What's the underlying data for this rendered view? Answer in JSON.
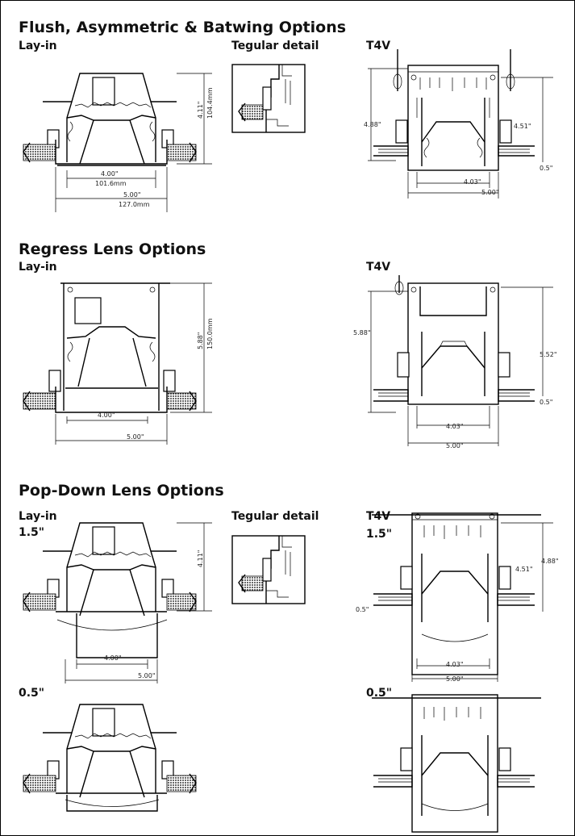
{
  "sections": {
    "flush": {
      "title": "Flush, Asymmetric & Batwing Options",
      "layin": "Lay-in",
      "tegular": "Tegular detail",
      "t4v": "T4V",
      "dims": {
        "layin_height_in": "4.11\"",
        "layin_height_mm": "104.4mm",
        "layin_inner_in": "4.00\"",
        "layin_inner_mm": "101.6mm",
        "layin_outer_in": "5.00\"",
        "layin_outer_mm": "127.0mm",
        "t4v_height": "4.88\"",
        "t4v_height2": "4.51\"",
        "t4v_flange": "0.5\"",
        "t4v_inner": "4.03\"",
        "t4v_outer": "5.00\""
      }
    },
    "regress": {
      "title": "Regress Lens Options",
      "layin": "Lay-in",
      "t4v": "T4V",
      "dims": {
        "layin_height_in": "5.88\"",
        "layin_height_mm": "150.0mm",
        "layin_inner": "4.00\"",
        "layin_outer": "5.00\"",
        "t4v_height": "5.88\"",
        "t4v_height2": "5.52\"",
        "t4v_flange": "0.5\"",
        "t4v_inner": "4.03\"",
        "t4v_outer": "5.00\""
      }
    },
    "popdown": {
      "title": "Pop-Down Lens Options",
      "layin": "Lay-in",
      "tegular": "Tegular detail",
      "t4v": "T4V",
      "size_a": "1.5\"",
      "size_b": "0.5\"",
      "size_a_t4v": "1.5\"",
      "size_b_t4v": "0.5\"",
      "dims": {
        "layin_height": "4.11\"",
        "layin_inner": "4.00\"",
        "layin_outer": "5.00\"",
        "t4v_height": "4.88\"",
        "t4v_height2": "4.51\"",
        "t4v_flange": "0.5\"",
        "t4v_inner": "4.03\"",
        "t4v_outer": "5.00\""
      }
    }
  }
}
